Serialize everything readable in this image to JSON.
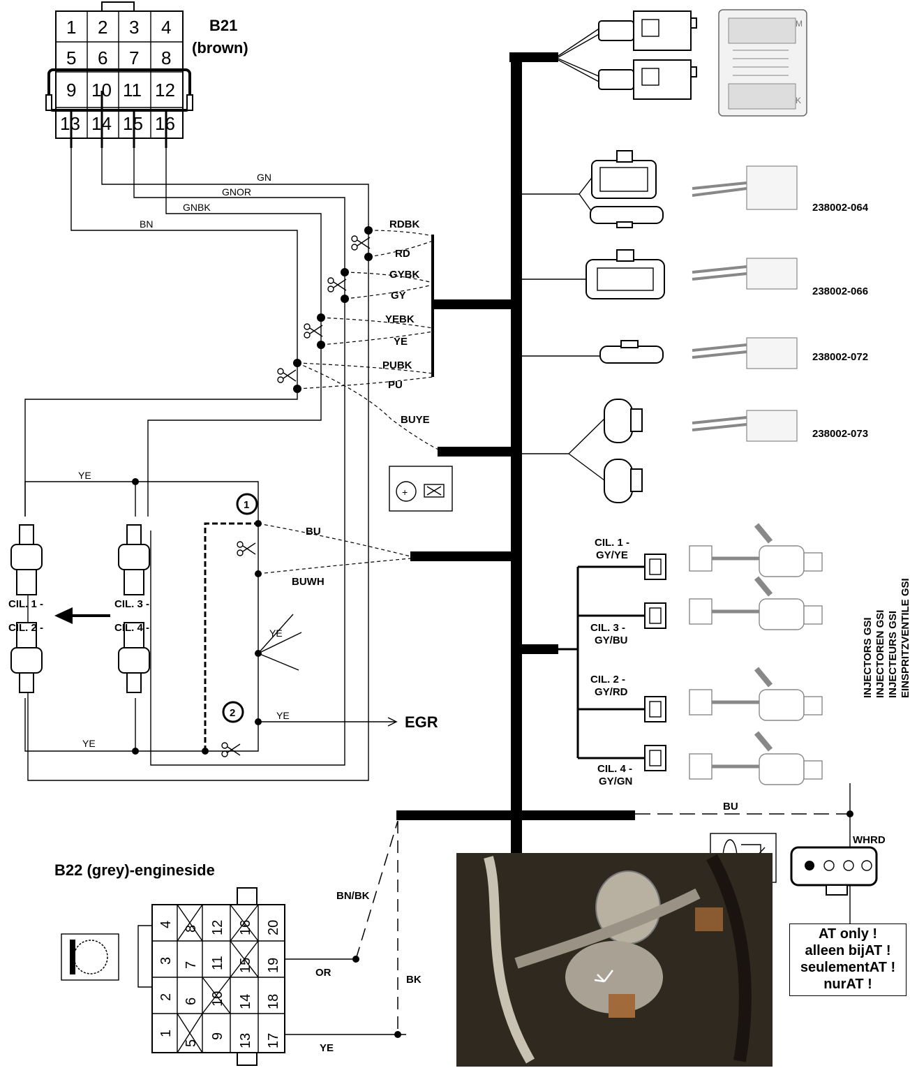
{
  "connector_b21": {
    "title": "B21",
    "subtitle": "(brown)",
    "pins": [
      "1",
      "2",
      "3",
      "4",
      "5",
      "6",
      "7",
      "8",
      "9",
      "10",
      "11",
      "12",
      "13",
      "14",
      "15",
      "16"
    ]
  },
  "connector_b22": {
    "title": "B22 (grey)-engineside",
    "pins": [
      "1",
      "2",
      "3",
      "4",
      "5",
      "6",
      "7",
      "8",
      "9",
      "10",
      "11",
      "12",
      "13",
      "14",
      "15",
      "16",
      "17",
      "18",
      "19",
      "20"
    ]
  },
  "wires": {
    "gn": "GN",
    "gnor": "GNOR",
    "gnbk": "GNBK",
    "bn": "BN",
    "rdbk": "RDBK",
    "rd": "RD",
    "gybk": "GYBK",
    "gy": "GY",
    "yebk": "YEBK",
    "ye": "YE",
    "pubk": "PUBK",
    "pu": "PU",
    "buye": "BUYE",
    "ye_top": "YE",
    "ye_bottom": "YE",
    "bu": "BU",
    "buwh": "BUWH",
    "ye_mid": "YE",
    "ye_egr": "YE",
    "bu_right": "BU",
    "whrd": "WHRD",
    "bnbk": "BN/BK",
    "bk": "BK",
    "or": "OR",
    "ye_b22": "YE"
  },
  "markers": {
    "one": "1",
    "two": "2"
  },
  "egr": "EGR",
  "cylinders": {
    "cil1": "CIL. 1 -",
    "cil3": "CIL. 3 -",
    "cil2": "CIL. 2 -",
    "cil4": "CIL. 4 -"
  },
  "injector_connectors": {
    "c1_name": "CIL. 1 -",
    "c1_color": "GY/YE",
    "c3_name": "CIL. 3 -",
    "c3_color": "GY/BU",
    "c2_name": "CIL. 2 -",
    "c2_color": "GY/RD",
    "c4_name": "CIL. 4 -",
    "c4_color": "GY/GN"
  },
  "part_numbers": [
    "238002-064",
    "238002-066",
    "238002-072",
    "238002-073"
  ],
  "injector_labels": [
    "INJECTORS GSI",
    "INJECTOREN GSI",
    "INJECTEURS GSI",
    "EINSPRITZVENTILE GSI"
  ],
  "note": {
    "lines": [
      "AT only !",
      "alleen bijAT !",
      "seulementAT !",
      "nurAT !"
    ]
  },
  "ecu_letters": {
    "top": "M",
    "bottom": "K"
  }
}
